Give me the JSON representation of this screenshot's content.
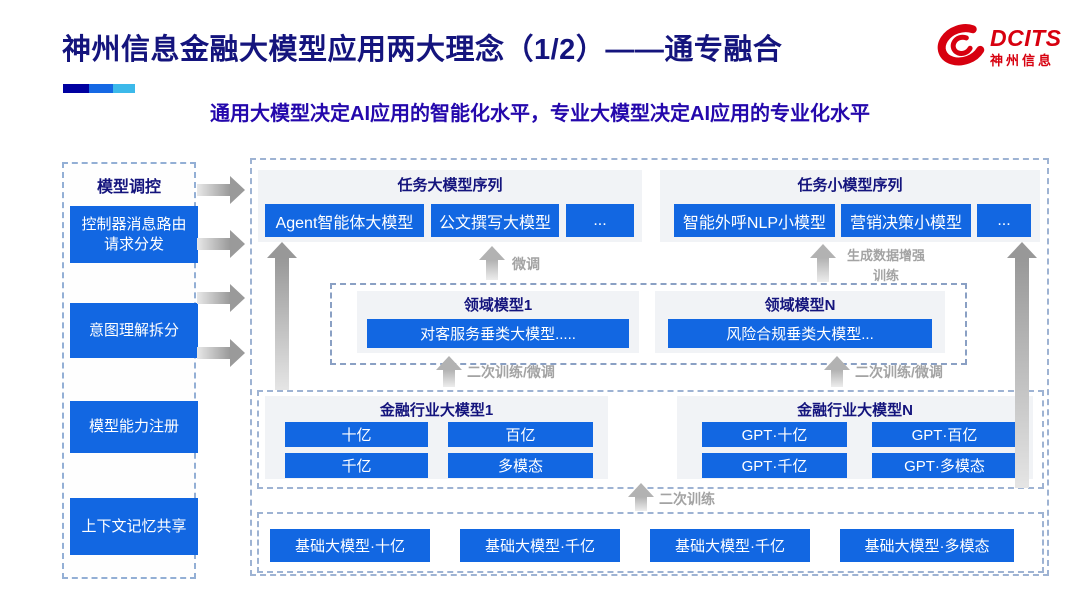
{
  "slide": {
    "title": "神州信息金融大模型应用两大理念（1/2）——通专融合",
    "subtitle": "通用大模型决定AI应用的智能化水平，专业大模型决定AI应用的专业化水平"
  },
  "logo": {
    "brand": "DCITS",
    "company": "神州信息"
  },
  "colors": {
    "accent_blue": "#1267e2",
    "title_navy": "#14147d",
    "subtitle_blue": "#2408ac",
    "logo_red": "#d7000f",
    "arrow_gray": "#a3a3a3",
    "group_bg": "#f1f3f6",
    "accent_bar_segments": [
      "#0000a0",
      "#1568e4",
      "#3cb9ea"
    ]
  },
  "sidebar": {
    "title": "模型调控",
    "items": [
      {
        "label": "控制器消息路由请求分发"
      },
      {
        "label": "意图理解拆分"
      },
      {
        "label": "模型能力注册"
      },
      {
        "label": "上下文记忆共享"
      }
    ]
  },
  "diagram": {
    "task_large_group": {
      "title": "任务大模型序列",
      "items": [
        "Agent智能体大模型",
        "公文撰写大模型",
        "..."
      ]
    },
    "task_small_group": {
      "title": "任务小模型序列",
      "items": [
        "智能外呼NLP小模型",
        "营销决策小模型",
        "..."
      ]
    },
    "domain_groups": [
      {
        "title": "领域模型1",
        "model": "对客服务垂类大模型....."
      },
      {
        "title": "领域模型N",
        "model": "风险合规垂类大模型..."
      }
    ],
    "industry_groups": [
      {
        "title": "金融行业大模型1",
        "items": [
          "十亿",
          "百亿",
          "千亿",
          "多模态"
        ]
      },
      {
        "title": "金融行业大模型N",
        "items": [
          "GPT·十亿",
          "GPT·百亿",
          "GPT·千亿",
          "GPT·多模态"
        ]
      }
    ],
    "base_models": [
      "基础大模型·十亿",
      "基础大模型·千亿",
      "基础大模型·千亿",
      "基础大模型·多模态"
    ],
    "arrow_labels": {
      "fine_tune": "微调",
      "data_augment": "生成数据增强训练",
      "retrain_ft_left": "二次训练/微调",
      "retrain_ft_right": "二次训练/微调",
      "retrain": "二次训练"
    }
  }
}
